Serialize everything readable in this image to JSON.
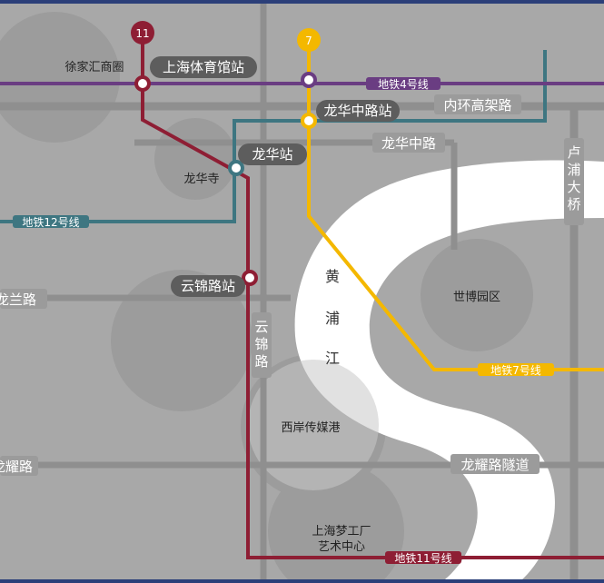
{
  "colors": {
    "border": "#2b3f79",
    "land": "#a8a8a8",
    "river": "#ffffff",
    "road": "#8f8f8f",
    "road_label_bg": "#9b9b9b",
    "district": "#9c9c9c",
    "line4": "#6a3d82",
    "line7": "#f4b800",
    "line11": "#8e1e34",
    "line12": "#3e7681",
    "station_label_bg": "#5d5d5d"
  },
  "line_badges": {
    "line11": "11",
    "line7": "7"
  },
  "line_labels": {
    "line4": "地铁4号线",
    "line7": "地铁7号线",
    "line11": "地铁11号线",
    "line12": "地铁12号线"
  },
  "stations": {
    "shanghai_stadium": "上海体育馆站",
    "longhua_middle_rd": "龙华中路站",
    "longhua": "龙华站",
    "yunjin_rd": "云锦路站"
  },
  "roads": {
    "inner_ring": "内环高架路",
    "longhua_middle": "龙华中路",
    "lupu_bridge": [
      "卢",
      "浦",
      "大",
      "桥"
    ],
    "longlan": "龙兰路",
    "yunjin": [
      "云",
      "锦",
      "路"
    ],
    "longyao": "龙耀路",
    "longyao_tunnel": "龙耀路隧道"
  },
  "places": {
    "xujiahui": "徐家汇商圈",
    "longhua_temple": "龙华寺",
    "expo_park": "世博园区",
    "west_bund_media": "西岸传媒港",
    "dream_factory_1": "上海梦工厂",
    "dream_factory_2": "艺术中心"
  },
  "river_name": [
    "黄",
    "浦",
    "江"
  ]
}
